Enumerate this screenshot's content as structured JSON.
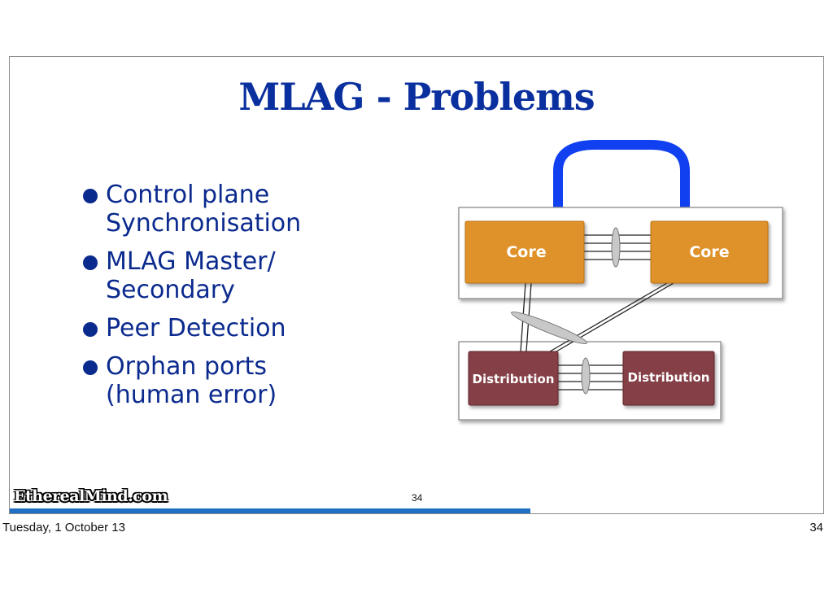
{
  "slide": {
    "title": "MLAG - Problems",
    "bullets": [
      {
        "line1": "Control plane",
        "line2": "Synchronisation"
      },
      {
        "line1": "MLAG Master/",
        "line2": "Secondary"
      },
      {
        "line1": "Peer Detection",
        "line2": ""
      },
      {
        "line1": "Orphan ports",
        "line2": "(human error)"
      }
    ],
    "diagram": {
      "core_left": "Core",
      "core_right": "Core",
      "dist_left": "Distribution",
      "dist_right": "Distribution",
      "colors": {
        "core": "#e0922a",
        "distribution": "#853f47",
        "peer_link": "#1040f0"
      }
    },
    "brand": "EtherealMind.com",
    "slide_number": "34"
  },
  "footer": {
    "date": "Tuesday, 1 October 13",
    "page": "34"
  }
}
